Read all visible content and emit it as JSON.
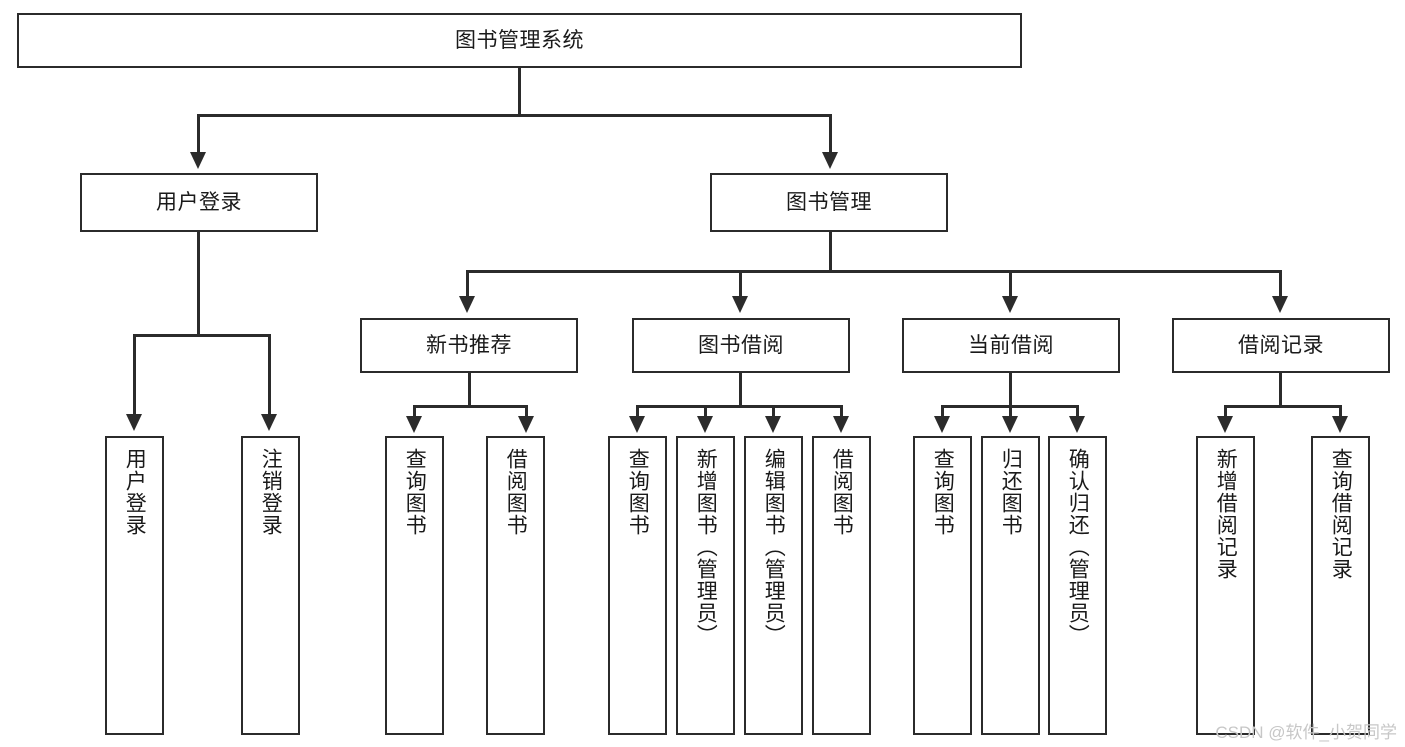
{
  "diagram": {
    "title": "图书管理系统",
    "type": "hierarchy-tree",
    "root": {
      "label": "图书管理系统"
    },
    "level1": [
      {
        "label": "用户登录"
      },
      {
        "label": "图书管理"
      }
    ],
    "level2": [
      {
        "label": "新书推荐"
      },
      {
        "label": "图书借阅"
      },
      {
        "label": "当前借阅"
      },
      {
        "label": "借阅记录"
      }
    ],
    "leaves": {
      "user_login": [
        {
          "label": "用户登录"
        },
        {
          "label": "注销登录"
        }
      ],
      "new_book_recommend": [
        {
          "label": "查询图书"
        },
        {
          "label": "借阅图书"
        }
      ],
      "book_borrow": [
        {
          "label": "查询图书"
        },
        {
          "label": "新增图书（管理员）"
        },
        {
          "label": "编辑图书（管理员）"
        },
        {
          "label": "借阅图书"
        }
      ],
      "current_borrow": [
        {
          "label": "查询图书"
        },
        {
          "label": "归还图书"
        },
        {
          "label": "确认归还（管理员）"
        }
      ],
      "borrow_record": [
        {
          "label": "新增借阅记录"
        },
        {
          "label": "查询借阅记录"
        }
      ]
    }
  },
  "watermark": {
    "text": "CSDN @软件_小贺同学"
  },
  "colors": {
    "stroke": "#2b2b2b",
    "background": "#ffffff",
    "text": "#1a1a1a",
    "watermark": "#c7c7c7"
  }
}
